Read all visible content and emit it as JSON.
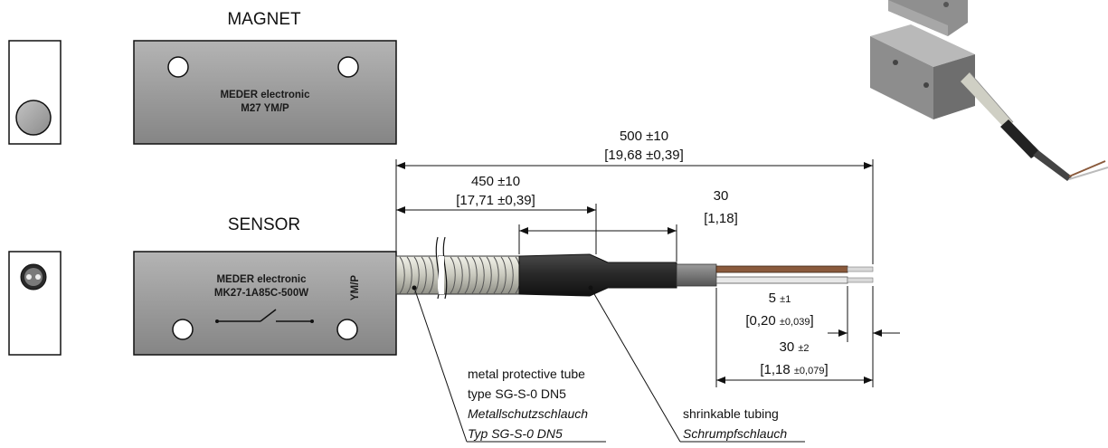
{
  "magnet": {
    "title": "MAGNET",
    "engraving_line1": "MEDER electronic",
    "engraving_line2": "M27  YM/P"
  },
  "sensor": {
    "title": "SENSOR",
    "engraving_line1": "MEDER electronic",
    "engraving_line2": "MK27-1A85C-500W",
    "engraving_side": "YM/P"
  },
  "dimensions": {
    "total": {
      "value": "500",
      "tol": "±10",
      "inch": "[19,68 ±0,39]"
    },
    "tube": {
      "value": "450",
      "tol": "±10",
      "inch": "[17,71 ±0,39]"
    },
    "shrink": {
      "value": "30",
      "inch": "[1,18]"
    },
    "strip": {
      "value": "5",
      "tol": "±1",
      "inch_open": "[0,20",
      "inch_tol": "±0,039",
      "inch_close": "]"
    },
    "wire": {
      "value": "30",
      "tol": "±2",
      "inch_open": "[1,18",
      "inch_tol": "±0,079",
      "inch_close": "]"
    }
  },
  "callouts": {
    "tube_line1": "metal protective tube",
    "tube_line2": "type SG-S-0 DN5",
    "tube_line3": "Metallschutzschlauch",
    "tube_line4": "Typ SG-S-0 DN5",
    "shrink_line1": "shrinkable tubing",
    "shrink_line2": "Schrumpfschlauch"
  },
  "colors": {
    "body": "#9a9a9a",
    "tube": "#d8d8cf",
    "shrink": "#2b2b2b",
    "wire_brown": "#8a5a3c",
    "wire_white": "#e8e8e8"
  }
}
